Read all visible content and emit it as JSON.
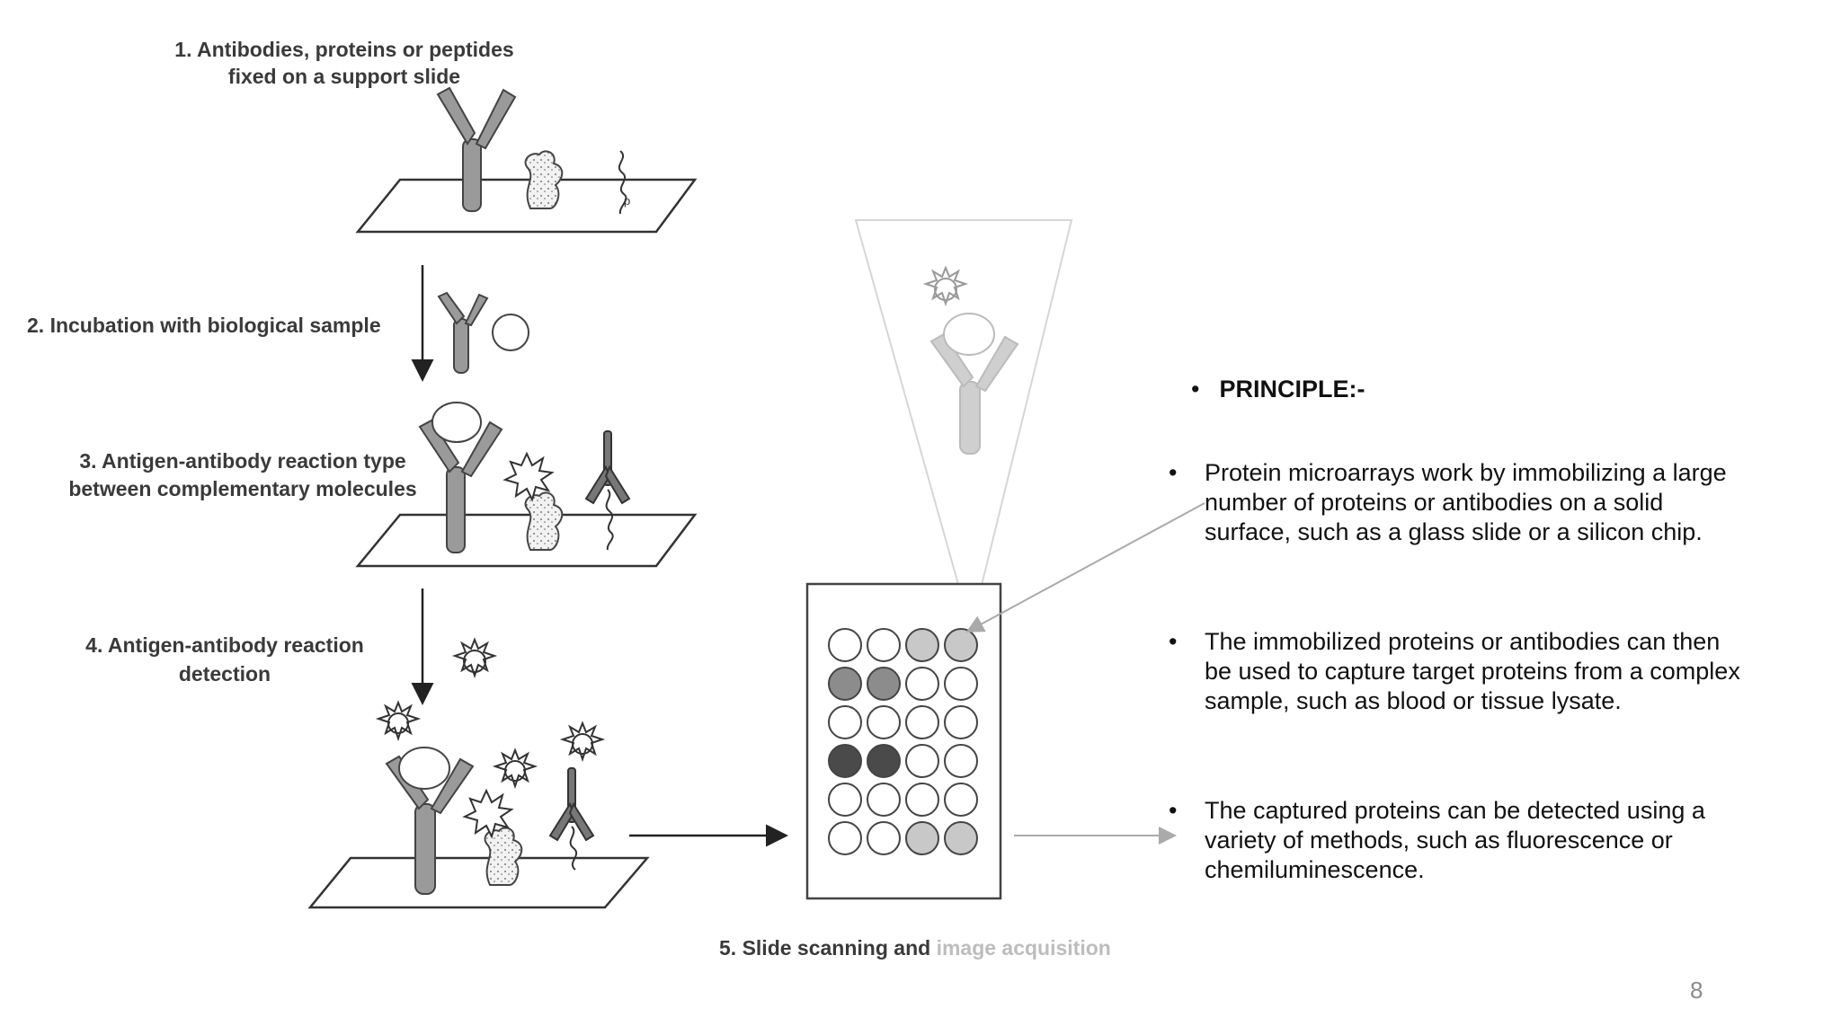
{
  "diagram": {
    "step1_line1": "1. Antibodies, proteins or peptides",
    "step1_line2": "fixed on a support slide",
    "step2": "2. Incubation with biological sample",
    "step3_line1": "3. Antigen-antibody reaction type",
    "step3_line2": "between complementary molecules",
    "step4_line1": "4. Antigen-antibody reaction",
    "step4_line2": "detection",
    "step5_part1": "5. Slide scanning and ",
    "step5_part2": "image acquisition"
  },
  "principle": {
    "title": "PRINCIPLE:-",
    "bullet_char": "•",
    "paragraphs": [
      "Protein microarrays work by immobilizing a large number of proteins or antibodies on a solid surface, such as a glass slide or a silicon chip.",
      "The immobilized proteins or antibodies can then be used to capture target proteins from a complex sample, such as blood or tissue lysate.",
      "The captured proteins can be detected using a variety of methods, such as fluorescence or chemiluminescence."
    ]
  },
  "page_number": "8",
  "colors": {
    "antibody": "#8e8e8e",
    "antibody_light": "#bfbfbf",
    "spot_dark": "#4a4a4a",
    "spot_mid": "#8c8c8c",
    "spot_light": "#c8c8c8",
    "spot_white": "#ffffff"
  }
}
